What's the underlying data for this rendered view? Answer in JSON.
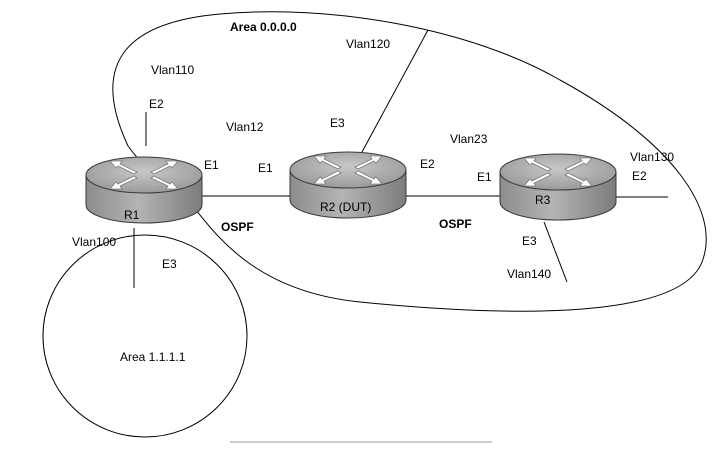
{
  "areas": {
    "backbone": "Area 0.0.0.0",
    "area1": "Area 1.1.1.1"
  },
  "routers": [
    {
      "id": "r1",
      "label": "R1"
    },
    {
      "id": "r2",
      "label": "R2 (DUT)"
    },
    {
      "id": "r3",
      "label": "R3"
    }
  ],
  "vlans": {
    "vlan110": "Vlan110",
    "vlan120": "Vlan120",
    "vlan12": "Vlan12",
    "vlan23": "Vlan23",
    "vlan130": "Vlan130",
    "vlan100": "Vlan100",
    "vlan140": "Vlan140"
  },
  "interfaces": {
    "r1_e2": "E2",
    "r1_e1": "E1",
    "r1_e3": "E3",
    "r2_e3": "E3",
    "r2_e1": "E1",
    "r2_e2": "E2",
    "r3_e1": "E1",
    "r3_e2": "E2",
    "r3_e3": "E3"
  },
  "protocols": {
    "left_link": "OSPF",
    "right_link": "OSPF"
  }
}
